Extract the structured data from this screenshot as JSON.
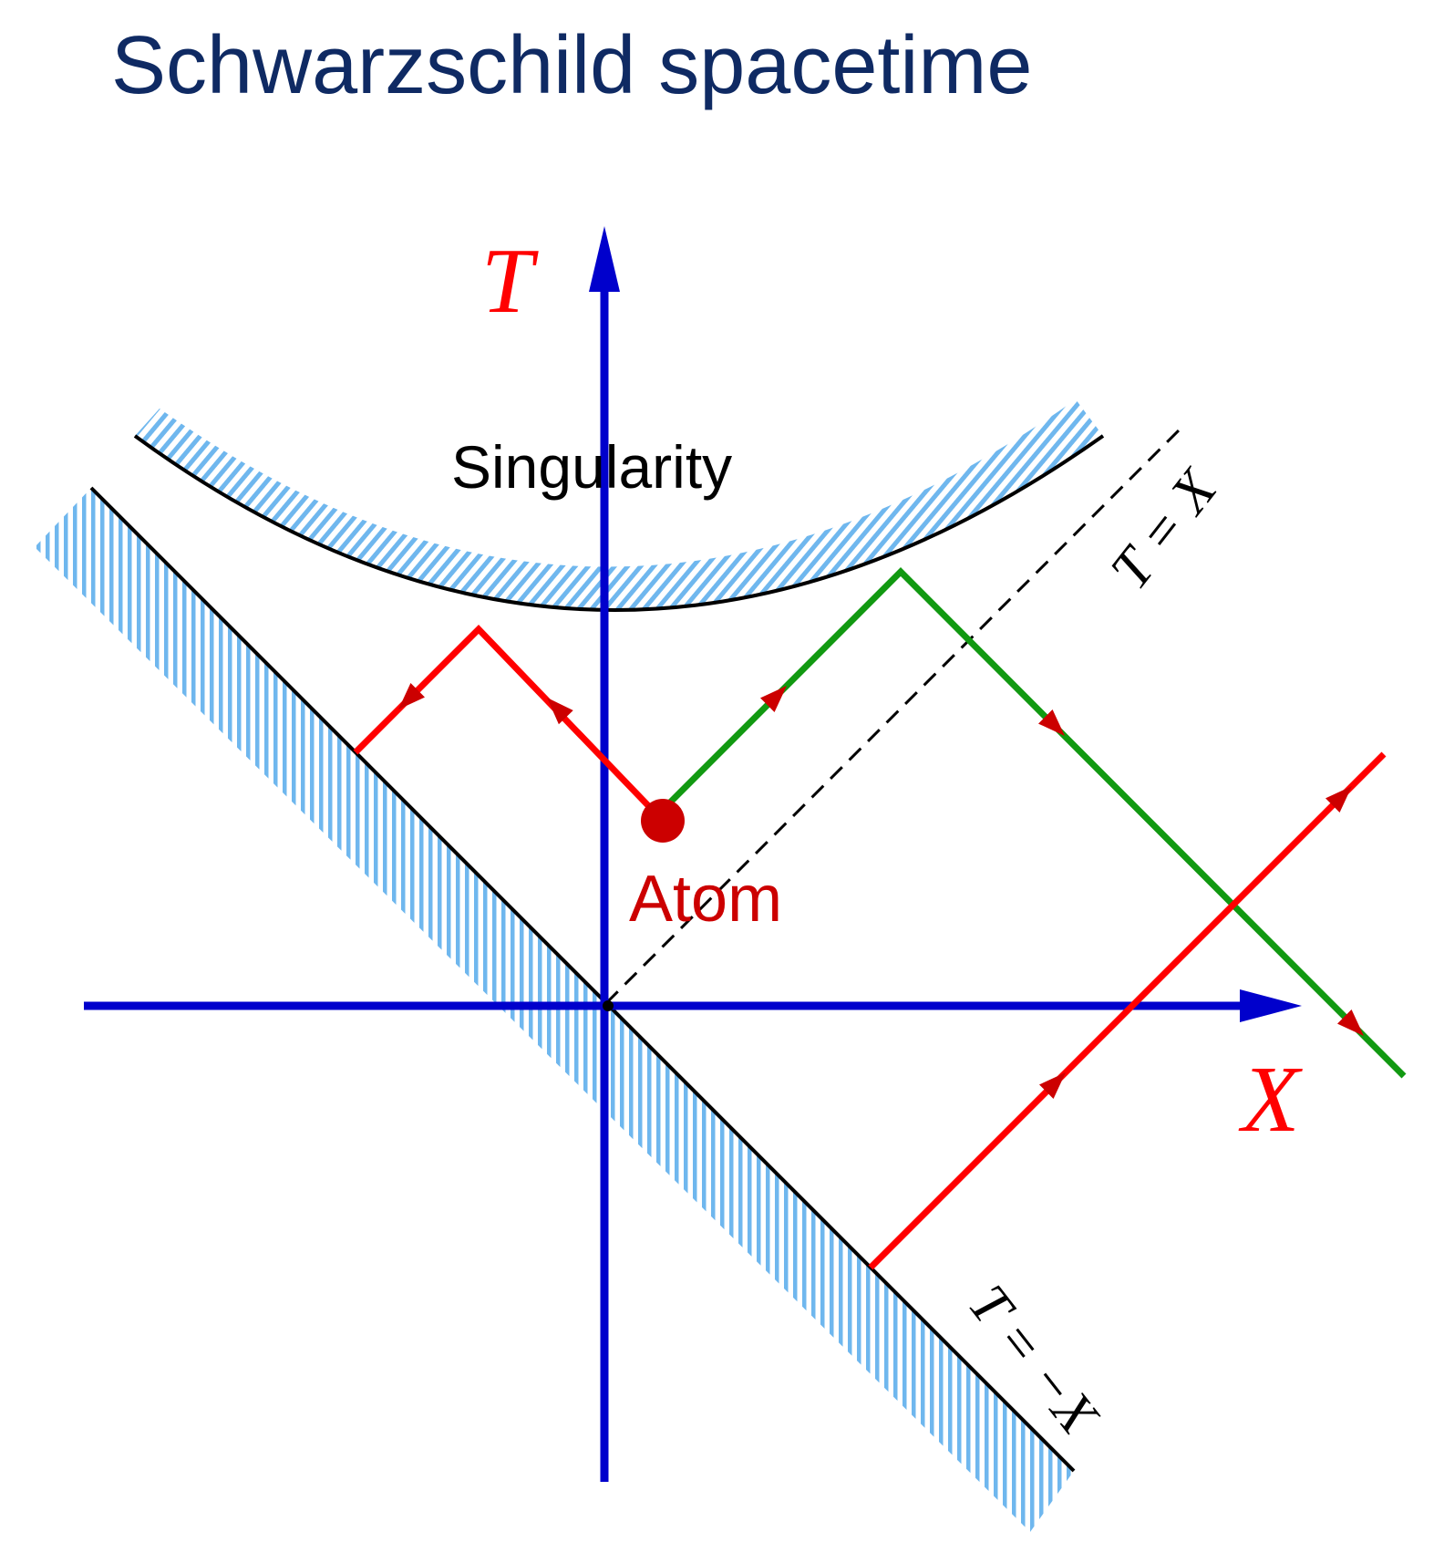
{
  "title": "Schwarzschild spacetime",
  "axes": {
    "t_label": "T",
    "x_label": "X",
    "axis_color": "#0000cc",
    "label_color": "#ff0000"
  },
  "labels": {
    "singularity": "Singularity",
    "atom": "Atom",
    "line_t_eq_x": "T = X",
    "line_t_eq_minus_x": "T = −X"
  },
  "colors": {
    "title": "#0f2a63",
    "red_path": "#ff0000",
    "green_path": "#119911",
    "arrowhead": "#cc0000",
    "atom": "#cc0000",
    "hatch": "#6fb7ee"
  }
}
